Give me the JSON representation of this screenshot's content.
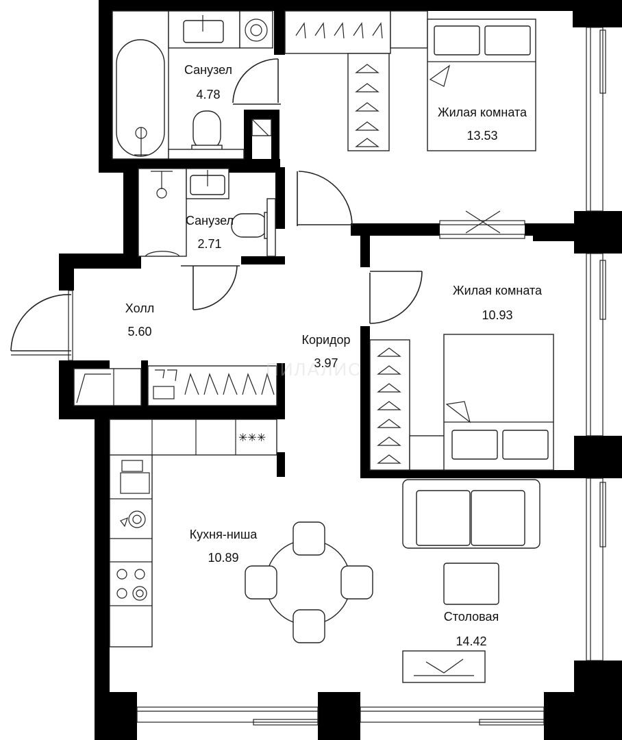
{
  "watermark": "ПИЛАЛИС",
  "rooms": [
    {
      "name": "Санузел",
      "area": "4.78"
    },
    {
      "name": "Жилая комната",
      "area": "13.53"
    },
    {
      "name": "Санузел",
      "area": "2.71"
    },
    {
      "name": "Холл",
      "area": "5.60"
    },
    {
      "name": "Коридор",
      "area": "3.97"
    },
    {
      "name": "Жилая комната",
      "area": "10.93"
    },
    {
      "name": "Кухня-ниша",
      "area": "10.89"
    },
    {
      "name": "Столовая",
      "area": "14.42"
    }
  ]
}
